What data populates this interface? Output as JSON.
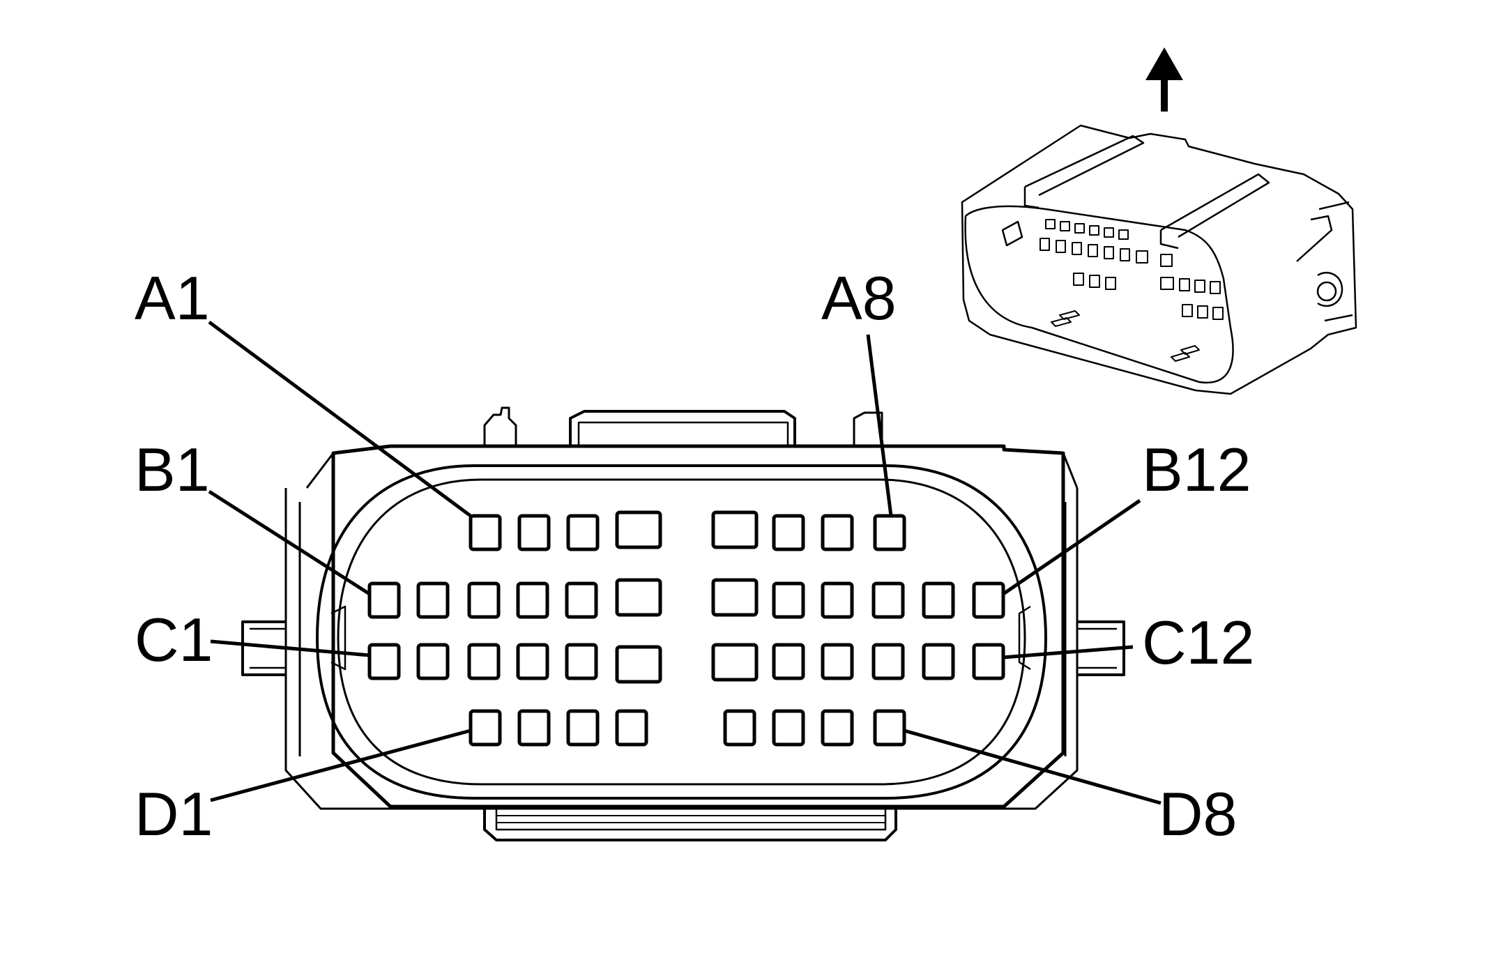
{
  "diagram": {
    "pin_labels": {
      "a1": "A1",
      "a8": "A8",
      "b1": "B1",
      "b12": "B12",
      "c1": "C1",
      "c12": "C12",
      "d1": "D1",
      "d8": "D8"
    },
    "icons": {
      "direction_arrow": "up-arrow-icon",
      "connector_view": "connector-isometric-icon"
    },
    "colors": {
      "line": "#000000",
      "background": "#ffffff"
    }
  }
}
